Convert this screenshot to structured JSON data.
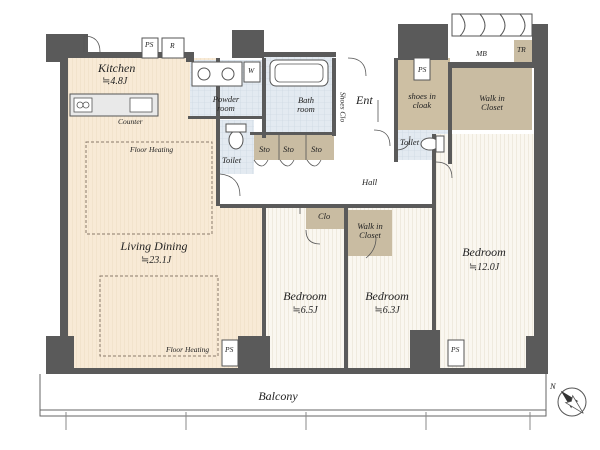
{
  "rooms": {
    "kitchen": {
      "label": "Kitchen",
      "area": "≒4.8J"
    },
    "living_dining": {
      "label": "Living Dining",
      "area": "≒23.1J"
    },
    "bedroom_small_1": {
      "label": "Bedroom",
      "area": "≒6.5J"
    },
    "bedroom_small_2": {
      "label": "Bedroom",
      "area": "≒6.3J"
    },
    "bedroom_large": {
      "label": "Bedroom",
      "area": "≒12.0J"
    },
    "powder_room": {
      "label": "Powder room"
    },
    "bath_room": {
      "label": "Bath room"
    },
    "entrance": {
      "label": "Ent"
    },
    "shoes_cloak": {
      "label": "shoes in cloak"
    },
    "walk_in_closet_entry": {
      "label": "Walk in Closet"
    },
    "walk_in_closet_hall": {
      "label": "Walk in Closet"
    },
    "hall": {
      "label": "Hall"
    },
    "toilet_1": {
      "label": "Toilet"
    },
    "toilet_2": {
      "label": "Toilet"
    },
    "balcony": {
      "label": "Balcony"
    }
  },
  "fixtures": {
    "counter": "Counter",
    "floor_heating_top": "Floor Heating",
    "floor_heating_bottom": "Floor Heating",
    "ps_kitchen": "PS",
    "ps_living": "PS",
    "ps_bedroom": "PS",
    "ps_shoes": "PS",
    "refrigerator": "R",
    "washer": "W",
    "storage": [
      "Sto",
      "Sto",
      "Sto"
    ],
    "closet": "Clo",
    "shoes_closet": "Shoes Clo",
    "mb": "MB",
    "tr": "TR"
  },
  "compass": {
    "label": "N"
  },
  "colors": {
    "wall": "#555555",
    "living_floor": "#f8ebd8",
    "bedroom_floor": "#f6f3ec",
    "wet_floor": "#dfe8f0",
    "storage_floor": "#c9bca2",
    "balcony_floor": "#ffffff",
    "heating_outline": "#8a7a6a"
  }
}
